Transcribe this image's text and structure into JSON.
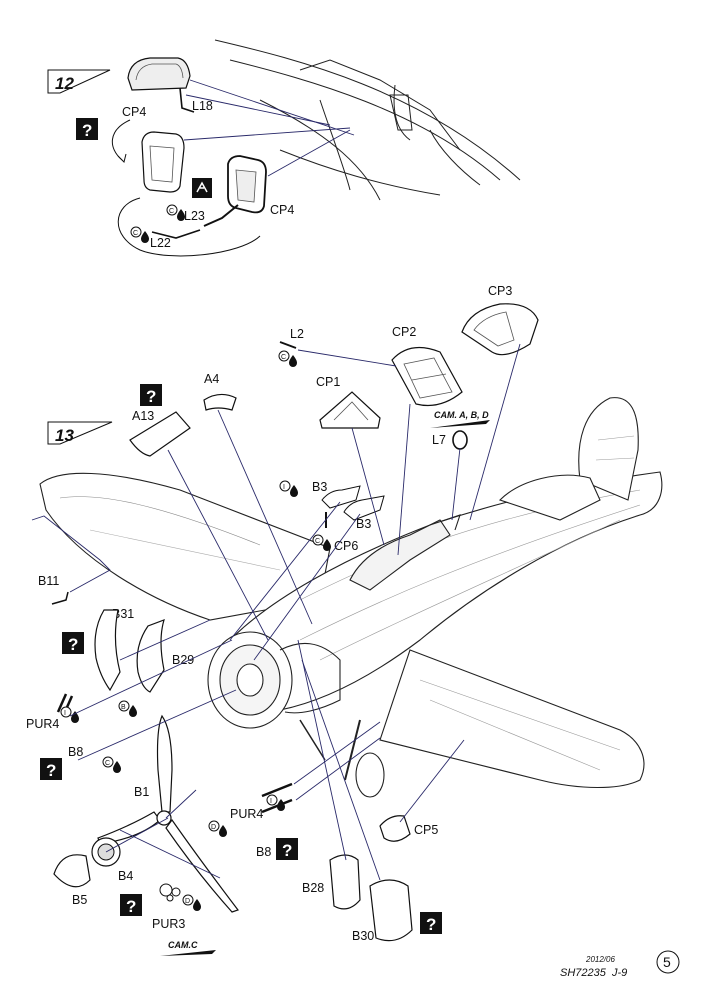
{
  "colors": {
    "ink": "#111111",
    "line": "#2a2a6a",
    "paper": "#ffffff"
  },
  "steps": {
    "step12": "12",
    "step13": "13"
  },
  "question_mark": "?",
  "markers": {
    "c_glue": "C",
    "i_glue": "I",
    "b_paint": "B",
    "d_paint": "D"
  },
  "parts": {
    "cp4_top": "CP4",
    "l18": "L18",
    "l23": "L23",
    "cp4_mid": "CP4",
    "l22": "L22",
    "cp3": "CP3",
    "l2": "L2",
    "cp2": "CP2",
    "cp1": "CP1",
    "a4": "A4",
    "a13": "A13",
    "l7": "L7",
    "b3_a": "B3",
    "b3_b": "B3",
    "cp6": "CP6",
    "b11": "B11",
    "b31": "B31",
    "b29": "B29",
    "pur4_a": "PUR4",
    "b8_a": "B8",
    "b1": "B1",
    "pur4_b": "PUR4",
    "b8_b": "B8",
    "cp5": "CP5",
    "b4": "B4",
    "b5": "B5",
    "pur3": "PUR3",
    "b28": "B28",
    "b30": "B30"
  },
  "camo": {
    "cam_abd": "CAM. A, B, D",
    "cam_c": "CAM.C"
  },
  "footer": {
    "date": "2012/06",
    "code": "SH72235",
    "kit": "J-9",
    "page": "5"
  },
  "icons": [
    "question-icon",
    "glue-icon",
    "paint-icon",
    "drill-icon",
    "fold-icon"
  ]
}
